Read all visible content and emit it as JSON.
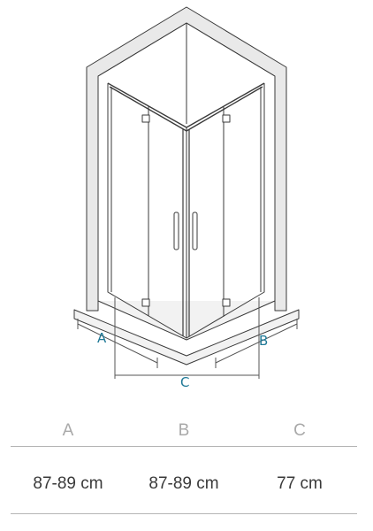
{
  "diagram": {
    "labels": {
      "a": "A",
      "b": "B",
      "c": "C"
    },
    "colors": {
      "lines": "#333333",
      "dimension": "#1e7896",
      "wall_fill": "#e6e6e6"
    }
  },
  "table": {
    "headers": [
      "A",
      "B",
      "C"
    ],
    "values": [
      "87-89 cm",
      "87-89 cm",
      "77 cm"
    ]
  }
}
